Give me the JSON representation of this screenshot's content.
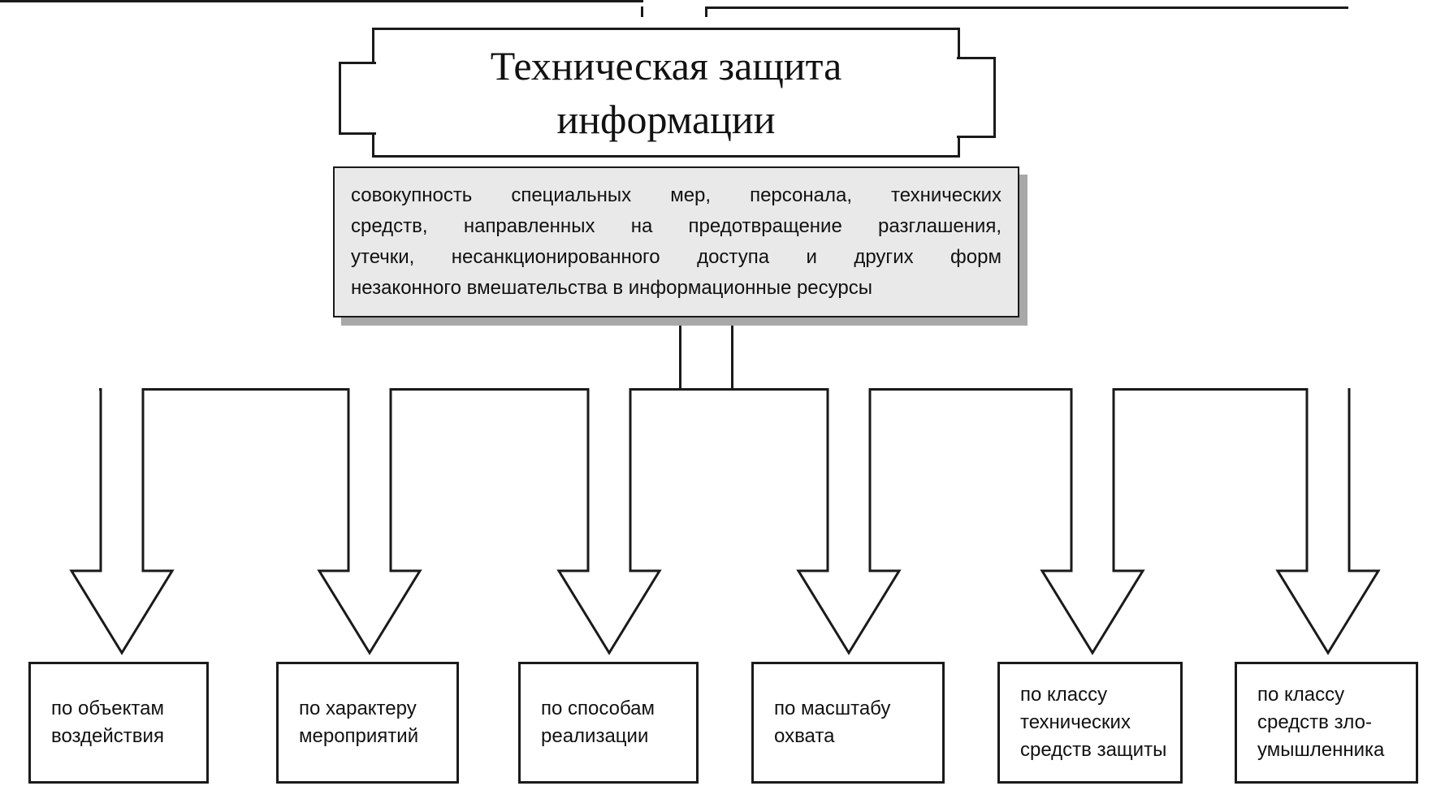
{
  "diagram": {
    "title": {
      "text": "Техническая защита информации",
      "lines": [
        "Техническая защита",
        "информации"
      ]
    },
    "definition": {
      "text": "совокупность специальных мер, персонала, технических средств, направленных на предотвращение разглашения, утечки, несанкционированного доступа и других форм незаконного вмешательства в информационные ресурсы",
      "lines": [
        "совокупность специальных мер, персонала, технических",
        "средств, направленных на предотвращение разглашения,",
        "утечки, несанкционированного доступа и других форм",
        "незаконного вмешательства в информационные ресурсы"
      ]
    },
    "categories": [
      {
        "label": "по объектам воздействия",
        "lines": [
          "по объектам",
          "воздействия"
        ]
      },
      {
        "label": "по характеру мероприятий",
        "lines": [
          "по характеру",
          "мероприятий"
        ]
      },
      {
        "label": "по способам реализации",
        "lines": [
          "по способам",
          "реализации"
        ]
      },
      {
        "label": "по масштабу охвата",
        "lines": [
          "по масштабу",
          "охвата"
        ]
      },
      {
        "label": "по классу технических средств защиты",
        "lines": [
          "по классу",
          "технических",
          "средств защиты"
        ]
      },
      {
        "label": "по классу средств зло-умышленника",
        "lines": [
          "по классу",
          "средств зло-",
          "умышленника"
        ]
      }
    ],
    "colors": {
      "line": "#1a1a1a",
      "definition_fill": "#e9e9e9",
      "definition_shadow": "#a8a8a8",
      "background": "#ffffff"
    }
  }
}
